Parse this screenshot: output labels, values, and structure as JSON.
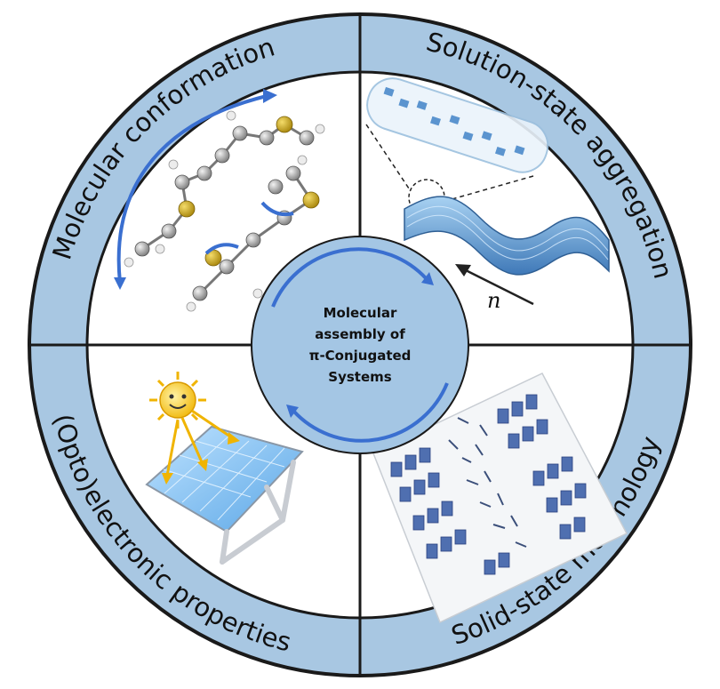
{
  "quadrants": {
    "top_left": "Molecular conformation",
    "top_right": "Solution-state aggregation",
    "bottom_right": "Solid-state morphology",
    "bottom_left": "(Opto)electronic properties"
  },
  "center": {
    "lines": [
      "Molecular",
      "assembly of",
      "π-Conjugated",
      "Systems"
    ]
  },
  "aggregation_label": "n",
  "colors": {
    "ring": "#a8c7e2",
    "ring_stroke": "#1a1a1a",
    "center_fill": "#a4c6e4",
    "accent_blue": "#3a6fd0",
    "sulfur": "#c9a415",
    "carbon": "#9a9a9a",
    "hydrogen": "#e8e8e8",
    "sun": "#f7c51f",
    "panel": "#8fc3ef",
    "arrow_yellow": "#f0b400"
  },
  "icons": [
    "thiophene-molecule-icon",
    "polymer-fiber-icon",
    "crystal-block-icon",
    "solar-panel-icon",
    "sun-icon"
  ]
}
